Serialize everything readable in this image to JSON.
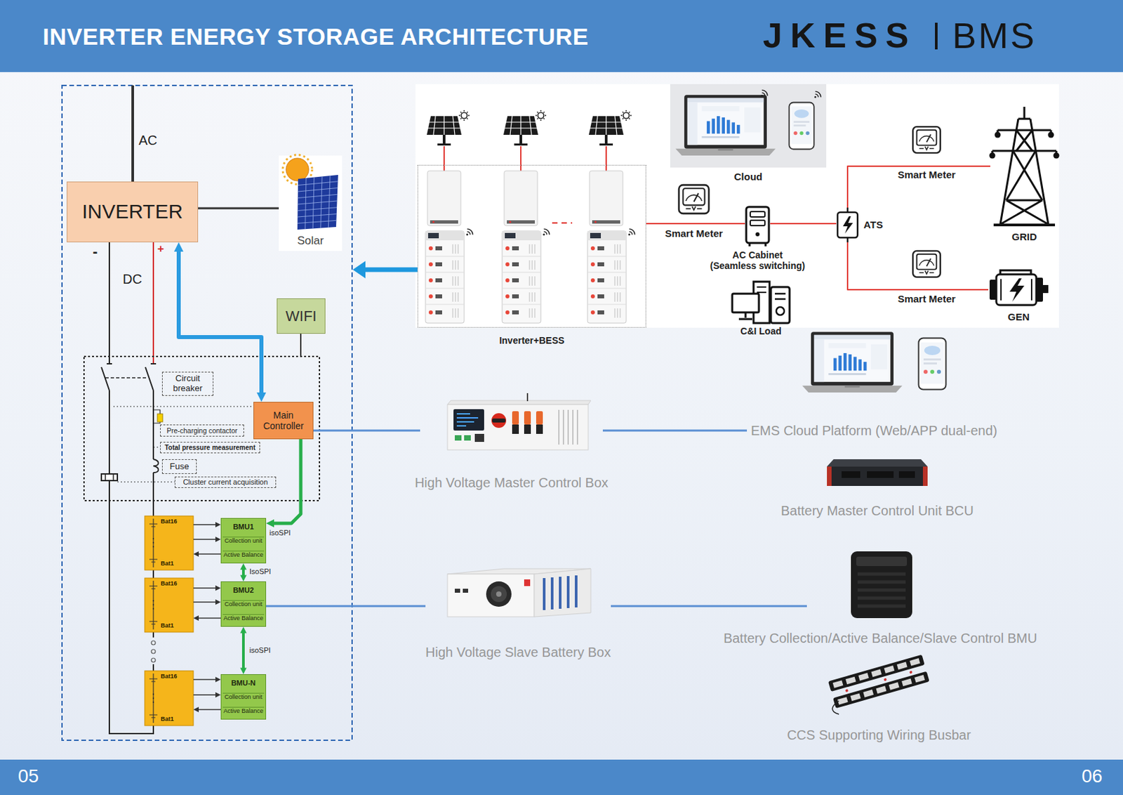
{
  "diagram": {
    "title": "INVERTER ENERGY STORAGE ARCHITECTURE",
    "nodes": [
      {
        "text": [
          "INVERTER"
        ]
      },
      {
        "text": [
          "Solar"
        ]
      },
      {
        "text": [
          "WIFI"
        ]
      },
      {
        "text": [
          "Circuit breaker"
        ]
      },
      {
        "text": [
          "Main Controller"
        ]
      },
      {
        "text": [
          "Pre-charging contactor"
        ]
      },
      {
        "text": [
          "Total pressure measurement"
        ]
      },
      {
        "text": [
          "Fuse"
        ]
      },
      {
        "text": [
          "Cluster current acquisition"
        ]
      },
      {
        "text": [
          "Bat16",
          "Bat1"
        ]
      },
      {
        "text": [
          "BMU1",
          "Collection unit",
          "Active Balance"
        ]
      },
      {
        "text": [
          "Bat16",
          "Bat1"
        ]
      },
      {
        "text": [
          "BMU2",
          "Collection unit",
          "Active Balance"
        ]
      },
      {
        "text": [
          "Bat16",
          "Bat1"
        ]
      },
      {
        "text": [
          "BMU-N",
          "Collection unit",
          "Active Balance"
        ]
      },
      {
        "text": [
          "Inverter+BESS"
        ]
      },
      {
        "text": [
          "Cloud"
        ]
      },
      {
        "text": [
          "Smart Meter"
        ]
      },
      {
        "text": [
          "AC Cabinet (Seamless switching)"
        ]
      },
      {
        "text": [
          "C&I Load"
        ]
      },
      {
        "text": [
          "ATS"
        ]
      },
      {
        "text": [
          "Smart Meter"
        ]
      },
      {
        "text": [
          "GRID"
        ]
      },
      {
        "text": [
          "Smart Meter"
        ]
      },
      {
        "text": [
          "GEN"
        ]
      },
      {
        "text": [
          "High Voltage Master Control Box"
        ]
      },
      {
        "text": [
          "EMS Cloud Platform (Web/APP dual-end)"
        ]
      },
      {
        "text": [
          "Battery Master Control Unit BCU"
        ]
      },
      {
        "text": [
          "High Voltage Slave Battery Box"
        ]
      },
      {
        "text": [
          "Battery Collection/Active Balance/Slave Control BMU"
        ]
      },
      {
        "text": [
          "CCS Supporting Wiring Busbar"
        ]
      }
    ],
    "edges": [
      {
        "from": 0,
        "to": 1,
        "arrow": "none"
      },
      {
        "from": 4,
        "to": 0,
        "arrow": "both"
      },
      {
        "from": 4,
        "to": 10,
        "label": "isoSPI",
        "arrow": "to"
      },
      {
        "from": 10,
        "to": 12,
        "label": "IsoSPI",
        "arrow": "both"
      },
      {
        "from": 12,
        "to": 14,
        "label": "isoSPI",
        "arrow": "both"
      },
      {
        "from": 9,
        "to": 10,
        "arrow": "to"
      },
      {
        "from": 9,
        "to": 10,
        "arrow": "to"
      },
      {
        "from": 10,
        "to": 9,
        "arrow": "to"
      },
      {
        "from": 11,
        "to": 12,
        "arrow": "to"
      },
      {
        "from": 11,
        "to": 12,
        "arrow": "to"
      },
      {
        "from": 12,
        "to": 11,
        "arrow": "to"
      },
      {
        "from": 13,
        "to": 14,
        "arrow": "to"
      },
      {
        "from": 13,
        "to": 14,
        "arrow": "to"
      },
      {
        "from": 14,
        "to": 13,
        "arrow": "to"
      },
      {
        "from": 15,
        "to": 18,
        "arrow": "none"
      },
      {
        "from": 18,
        "to": 20,
        "arrow": "none"
      },
      {
        "from": 20,
        "to": 22,
        "arrow": "none"
      },
      {
        "from": 20,
        "to": 24,
        "arrow": "none"
      },
      {
        "from": 4,
        "to": 25,
        "arrow": "none"
      },
      {
        "from": 25,
        "to": 26,
        "arrow": "none"
      },
      {
        "from": 12,
        "to": 28,
        "arrow": "none"
      },
      {
        "from": 28,
        "to": 29,
        "arrow": "none"
      }
    ],
    "labels": [
      "JKESS",
      "BMS",
      "05",
      "06",
      "AC",
      "-",
      "+",
      "DC"
    ]
  }
}
